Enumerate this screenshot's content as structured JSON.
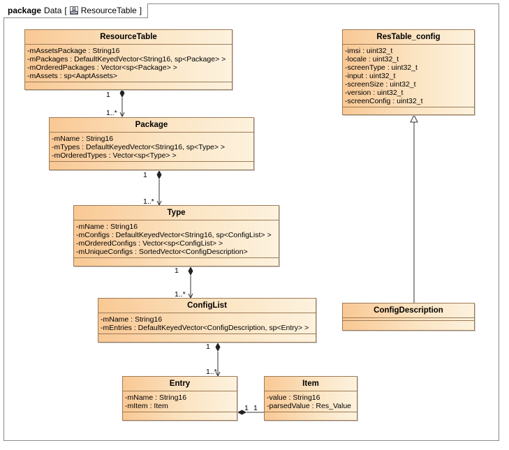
{
  "frame": {
    "keyword": "package",
    "name": "Data",
    "diagram_name": "ResourceTable",
    "diagram_icon": "class-diagram-icon"
  },
  "classes": {
    "resource_table": {
      "name": "ResourceTable",
      "attributes": [
        "-mAssetsPackage : String16",
        "-mPackages : DefaultKeyedVector<String16, sp<Package> >",
        "-mOrderedPackages : Vector<sp<Package> >",
        "-mAssets : sp<AaptAssets>"
      ]
    },
    "package": {
      "name": "Package",
      "attributes": [
        "-mName : String16",
        "-mTypes : DefaultKeyedVector<String16, sp<Type> >",
        "-mOrderedTypes : Vector<sp<Type> >"
      ]
    },
    "type": {
      "name": "Type",
      "attributes": [
        "-mName : String16",
        "-mConfigs : DefaultKeyedVector<String16, sp<ConfigList> >",
        "-mOrderedConfigs : Vector<sp<ConfigList> >",
        "-mUniqueConfigs : SortedVector<ConfigDescription>"
      ]
    },
    "config_list": {
      "name": "ConfigList",
      "attributes": [
        "-mName : String16",
        "-mEntries : DefaultKeyedVector<ConfigDescription, sp<Entry> >"
      ]
    },
    "entry": {
      "name": "Entry",
      "attributes": [
        "-mName : String16",
        "-mItem : Item"
      ]
    },
    "item": {
      "name": "Item",
      "attributes": [
        "-value : String16",
        "-parsedValue : Res_Value"
      ]
    },
    "res_table_config": {
      "name": "ResTable_config",
      "attributes": [
        "-imsi : uint32_t",
        "-locale : uint32_t",
        "-screenType : uint32_t",
        "-input : uint32_t",
        "-screenSize : uint32_t",
        "-version : uint32_t",
        "-screenConfig : uint32_t"
      ]
    },
    "config_description": {
      "name": "ConfigDescription",
      "attributes": []
    }
  },
  "multiplicities": {
    "rt_pkg_whole": "1",
    "rt_pkg_part": "1..*",
    "pkg_type_whole": "1",
    "pkg_type_part": "1..*",
    "type_cl_whole": "1",
    "type_cl_part": "1..*",
    "cl_entry_whole": "1",
    "cl_entry_part": "1..*",
    "entry_item_whole": "1",
    "entry_item_part": "1"
  },
  "colors": {
    "class_fill_start": "#f9c894",
    "class_fill_end": "#fdf2de",
    "class_border": "#9c7a56",
    "edge": "#333333"
  }
}
